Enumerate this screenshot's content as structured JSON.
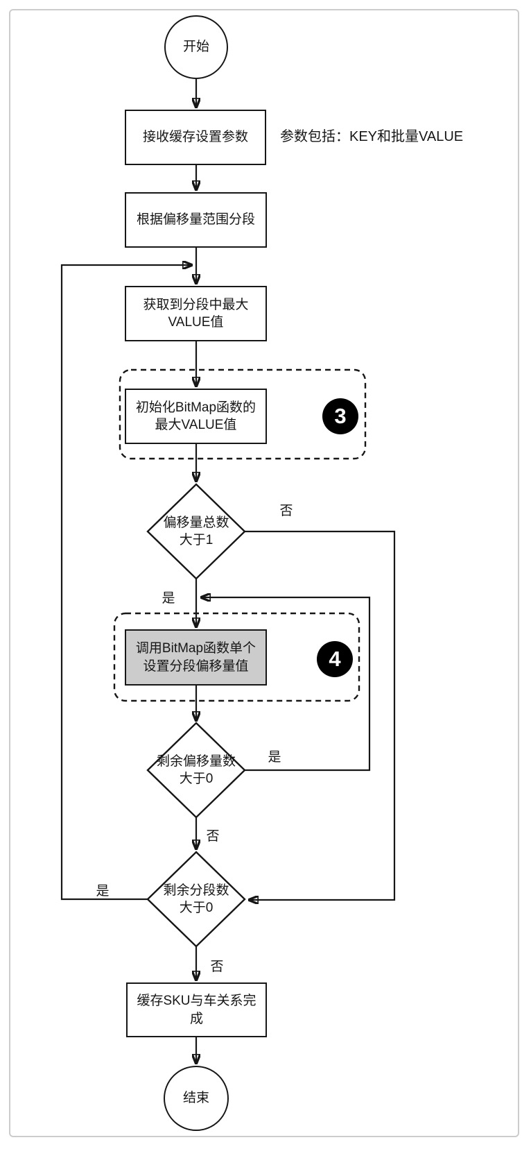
{
  "diagram": {
    "title_hint": "BitMap缓存设置流程图",
    "nodes": {
      "start": "开始",
      "receive": "接收缓存设置参数",
      "segment": "根据偏移量范围分段",
      "get_max": "获取到分段中最大\nVALUE值",
      "init_bitmap": "初始化BitMap函数的\n最大VALUE值",
      "decision_offsets_total": "偏移量总数\n大于1",
      "call_bitmap": "调用BitMap函数单个\n设置分段偏移量值",
      "decision_offsets_remaining": "剩余偏移量数\n大于0",
      "decision_segments_remaining": "剩余分段数\n大于0",
      "cache_done": "缓存SKU与车关系完\n成",
      "end": "结束"
    },
    "annotation": "参数包括：KEY和批量VALUE",
    "badges": {
      "init_bitmap": "3",
      "call_bitmap": "4"
    },
    "labels": {
      "d1_no": "否",
      "d1_yes": "是",
      "d2_yes": "是",
      "d2_no": "否",
      "d3_yes": "是",
      "d3_no": "否"
    },
    "colors": {
      "stroke": "#161616",
      "node_fill": "#ffffff",
      "highlight_node_fill": "#cccccc",
      "badge_fill": "#000000",
      "badge_text": "#ffffff",
      "frame_border": "#cccccc"
    }
  }
}
